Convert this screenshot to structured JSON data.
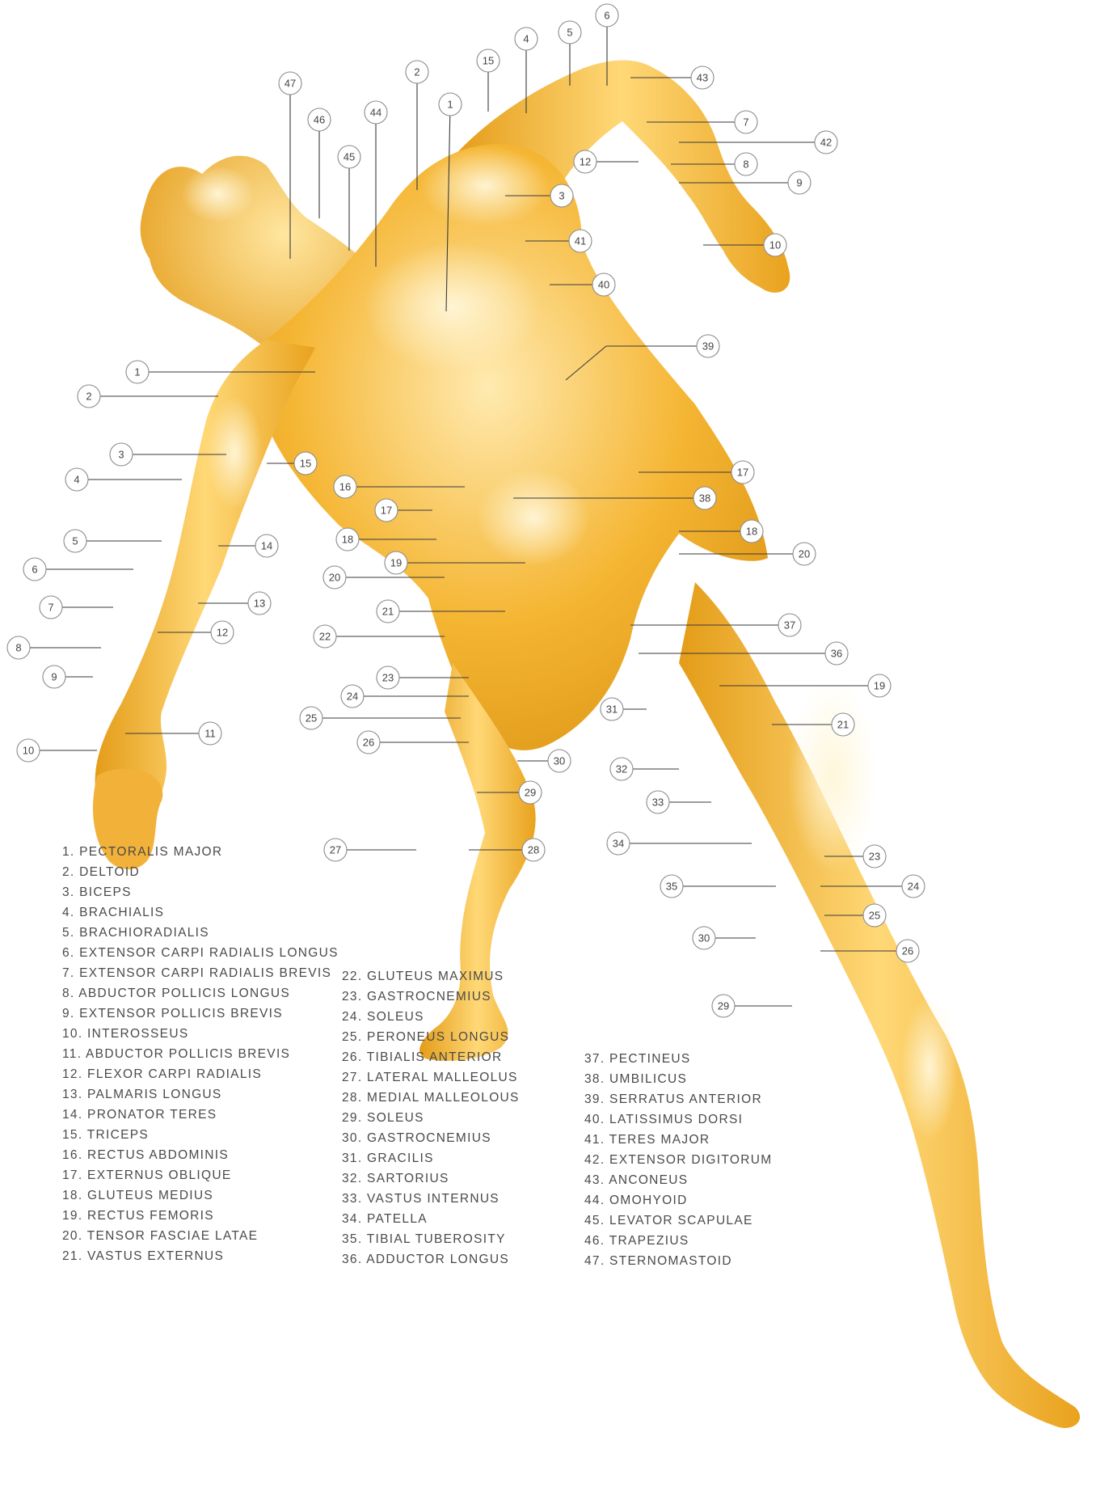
{
  "figure": {
    "colors": {
      "body": "#f0aa22",
      "body_light": "#ffe6a3",
      "body_shadow": "#c98510",
      "line": "#3a3a3a",
      "text": "#4a4a4a"
    }
  },
  "callouts": [
    "1",
    "2",
    "3",
    "4",
    "5",
    "6",
    "7",
    "8",
    "9",
    "10",
    "11",
    "12",
    "13",
    "14",
    "15",
    "16",
    "17",
    "18",
    "19",
    "20",
    "21",
    "22",
    "23",
    "24",
    "25",
    "26",
    "27",
    "28",
    "29",
    "30",
    "31",
    "32",
    "33",
    "34",
    "35",
    "36",
    "37",
    "38",
    "39",
    "40",
    "41",
    "42",
    "43",
    "44",
    "45",
    "46",
    "47"
  ],
  "legend": {
    "column_1": [
      "1. PECTORALIS MAJOR",
      "2. DELTOID",
      "3. BICEPS",
      "4. BRACHIALIS",
      "5. BRACHIORADIALIS",
      "6. EXTENSOR CARPI RADIALIS LONGUS",
      "7. EXTENSOR CARPI RADIALIS BREVIS",
      "8. ABDUCTOR POLLICIS LONGUS",
      "9. EXTENSOR POLLICIS BREVIS",
      "10. INTEROSSEUS",
      "11. ABDUCTOR POLLICIS BREVIS",
      "12. FLEXOR CARPI RADIALIS",
      "13. PALMARIS LONGUS",
      "14. PRONATOR TERES",
      "15. TRICEPS",
      "16. RECTUS ABDOMINIS",
      "17. EXTERNUS OBLIQUE",
      "18. GLUTEUS MEDIUS",
      "19. RECTUS FEMORIS",
      "20. TENSOR FASCIAE LATAE",
      "21. VASTUS EXTERNUS"
    ],
    "column_2": [
      "22. GLUTEUS MAXIMUS",
      "23. GASTROCNEMIUS",
      "24. SOLEUS",
      "25. PERONEUS LONGUS",
      "26. TIBIALIS ANTERIOR",
      "27. LATERAL MALLEOLUS",
      "28. MEDIAL MALLEOLOUS",
      "29. SOLEUS",
      "30. GASTROCNEMIUS",
      "31. GRACILIS",
      "32. SARTORIUS",
      "33. VASTUS INTERNUS",
      "34. PATELLA",
      "35. TIBIAL TUBEROSITY",
      "36. ADDUCTOR LONGUS"
    ],
    "column_3": [
      "37. PECTINEUS",
      "38. UMBILICUS",
      "39. SERRATUS ANTERIOR",
      "40. LATISSIMUS DORSI",
      "41. TERES MAJOR",
      "42. EXTENSOR DIGITORUM",
      "43. ANCONEUS",
      "44. OMOHYOID",
      "45. LEVATOR SCAPULAE",
      "46. TRAPEZIUS",
      "47. STERNOMASTOID"
    ]
  }
}
